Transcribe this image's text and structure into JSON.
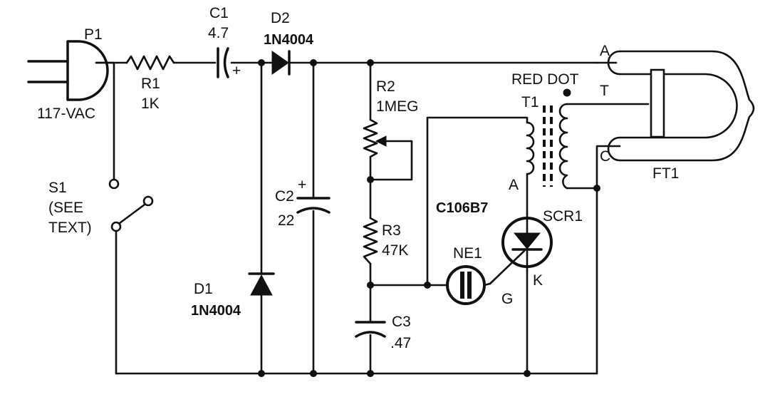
{
  "labels": {
    "p1": "P1",
    "voltage": "117-VAC",
    "r1_name": "R1",
    "r1_value": "1K",
    "c1_name": "C1",
    "c1_value": "4.7",
    "c1_polarity": "+",
    "d2_name": "D2",
    "d2_part": "1N4004",
    "s1_line1": "S1",
    "s1_line2": "(SEE",
    "s1_line3": "TEXT)",
    "c2_name": "C2",
    "c2_value": "22",
    "c2_polarity": "+",
    "d1_name": "D1",
    "d1_part": "1N4004",
    "r2_name": "R2",
    "r2_value": "1MEG",
    "r3_name": "R3",
    "r3_value": "47K",
    "c3_name": "C3",
    "c3_value": ".47",
    "red_dot": "RED DOT",
    "t1_name": "T1",
    "t1_anode": "A",
    "scr_part": "C106B7",
    "scr_name": "SCR1",
    "ne1_name": "NE1",
    "gate": "G",
    "cathode": "K",
    "ft1_a": "A",
    "ft1_t": "T",
    "ft1_c": "C",
    "ft1_name": "FT1"
  }
}
